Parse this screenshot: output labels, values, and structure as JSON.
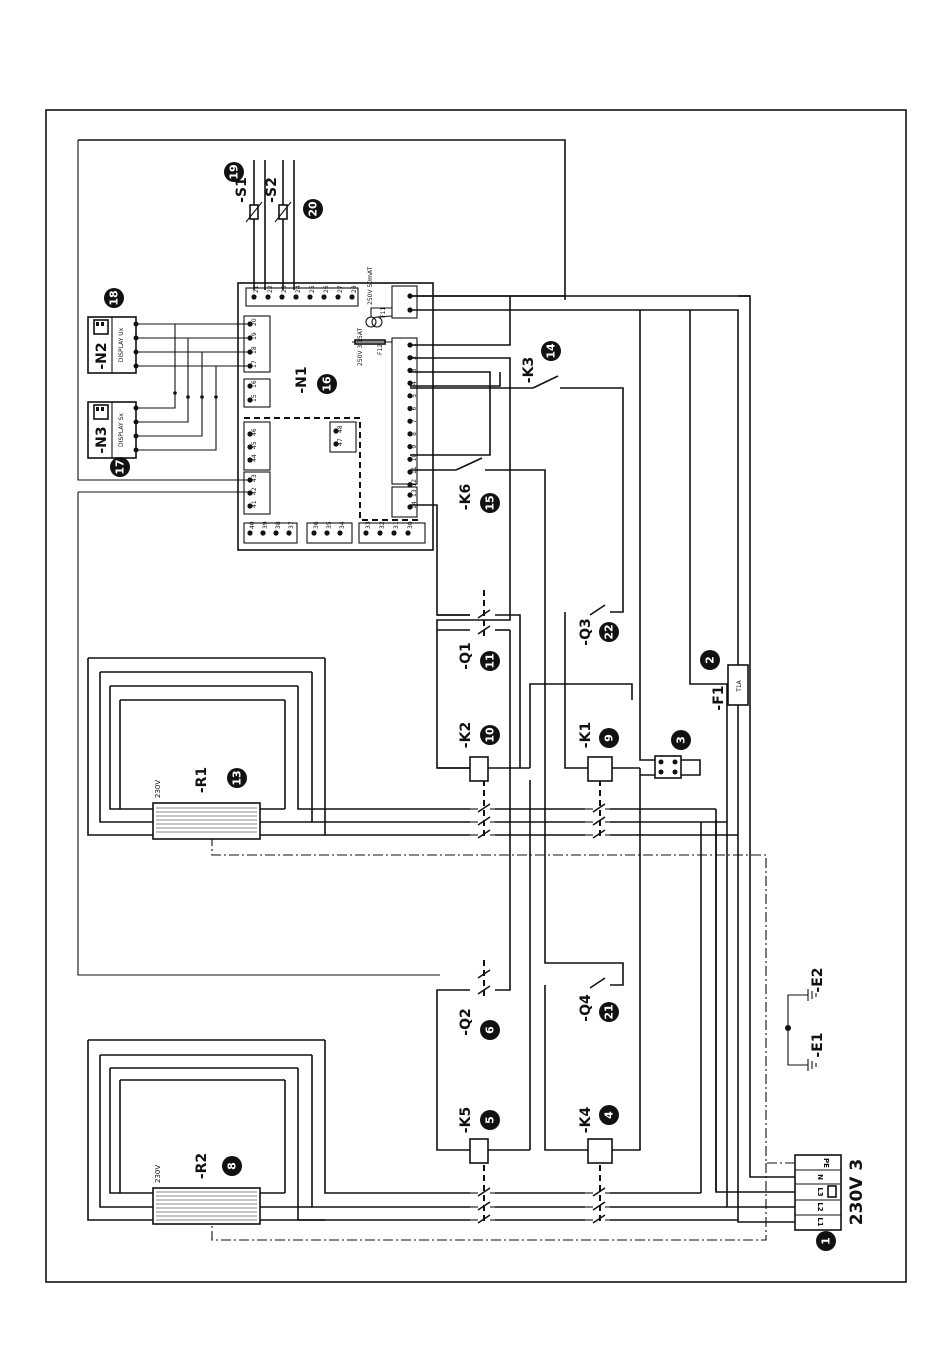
{
  "supply": {
    "label": "230V 3",
    "terminals": [
      "L1",
      "L2",
      "L3",
      "N",
      "PE"
    ]
  },
  "components": {
    "S1": "-S1",
    "S2": "-S2",
    "N1": "-N1",
    "N2": "-N2",
    "N3": "-N3",
    "K1": "-K1",
    "K2": "-K2",
    "K3": "-K3",
    "K4": "-K4",
    "K5": "-K5",
    "K6": "-K6",
    "Q1": "-Q1",
    "Q2": "-Q2",
    "Q3": "-Q3",
    "Q4": "-Q4",
    "R1": "-R1",
    "R2": "-R2",
    "F1": "-F1",
    "E1": "-E1",
    "E2": "-E2"
  },
  "markers": {
    "m1": "1",
    "m2": "2",
    "m3": "3",
    "m4": "4",
    "m5": "5",
    "m6": "6",
    "m8": "8",
    "m9": "9",
    "m10": "10",
    "m11": "11",
    "m13": "13",
    "m14": "14",
    "m15": "15",
    "m16": "16",
    "m17": "17",
    "m18": "18",
    "m19": "19",
    "m20": "20",
    "m21": "21",
    "m22": "22"
  },
  "labels": {
    "display_n2": "DISPLAY Ux",
    "display_n3": "DISPLAY Sx",
    "heater_voltage": "230V",
    "fuse_f1": "T1A",
    "fuse_f11": "F11",
    "fuse_f11_rating": "250V 50mAT",
    "fuse_f12": "F12",
    "fuse_f12_rating": "250V 3,15AT"
  },
  "n1_terminals": {
    "top_row": [
      "21",
      "22",
      "23",
      "24",
      "25",
      "26",
      "27",
      "28"
    ],
    "bottom_row": [
      "40",
      "39",
      "38",
      "37",
      "36",
      "35",
      "34",
      "33",
      "32",
      "31",
      "30"
    ],
    "display_block": [
      "17",
      "18",
      "19",
      "20"
    ],
    "block_15_16": [
      "15",
      "16"
    ],
    "block_41_46": [
      "41",
      "42",
      "43",
      "44",
      "45",
      "46"
    ],
    "block_47_48": [
      "47",
      "48"
    ],
    "right_column": [
      "1",
      "2",
      "3",
      "4",
      "5",
      "6",
      "7",
      "8",
      "9",
      "10",
      "11",
      "12"
    ],
    "block_13_14": [
      "13",
      "14"
    ]
  }
}
